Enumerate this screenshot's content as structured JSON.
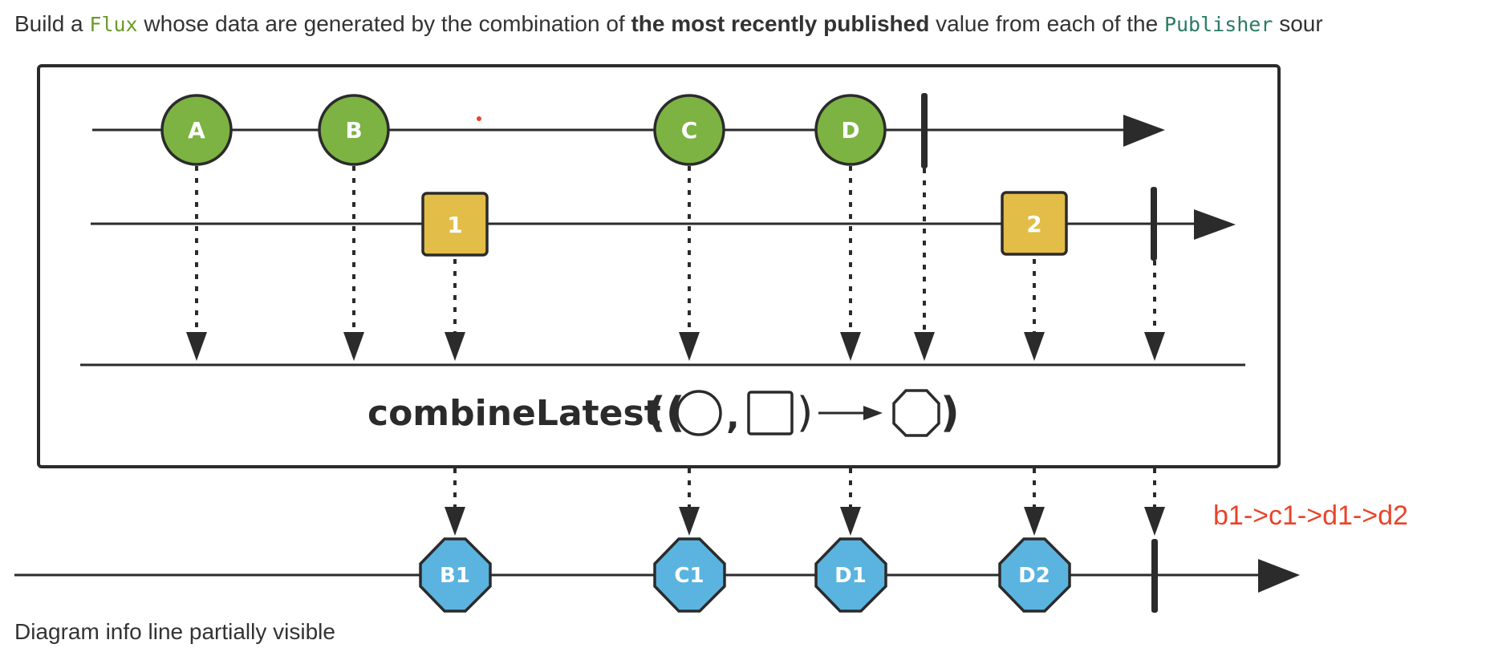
{
  "intro": {
    "t1": "Build a ",
    "code1": "Flux",
    "t2": " whose data are generated by the combination of ",
    "bold": "the most recently published",
    "t3": " value from each of the ",
    "code2": "Publisher",
    "t4": " sour"
  },
  "diagram": {
    "operator": "combineLatest",
    "colors": {
      "circle": "#7cb342",
      "square": "#e2bd47",
      "octagon": "#5bb3df",
      "line": "#2b2b2b",
      "annotation": "#e8442a"
    },
    "source1": [
      {
        "label": "A"
      },
      {
        "label": "B"
      },
      {
        "label": "C"
      },
      {
        "label": "D"
      }
    ],
    "source2": [
      {
        "label": "1"
      },
      {
        "label": "2"
      }
    ],
    "output": [
      {
        "label": "B1"
      },
      {
        "label": "C1"
      },
      {
        "label": "D1"
      },
      {
        "label": "D2"
      }
    ],
    "annotation": "b1->c1->d1->d2"
  },
  "bottom_text": "Diagram info line partially visible"
}
